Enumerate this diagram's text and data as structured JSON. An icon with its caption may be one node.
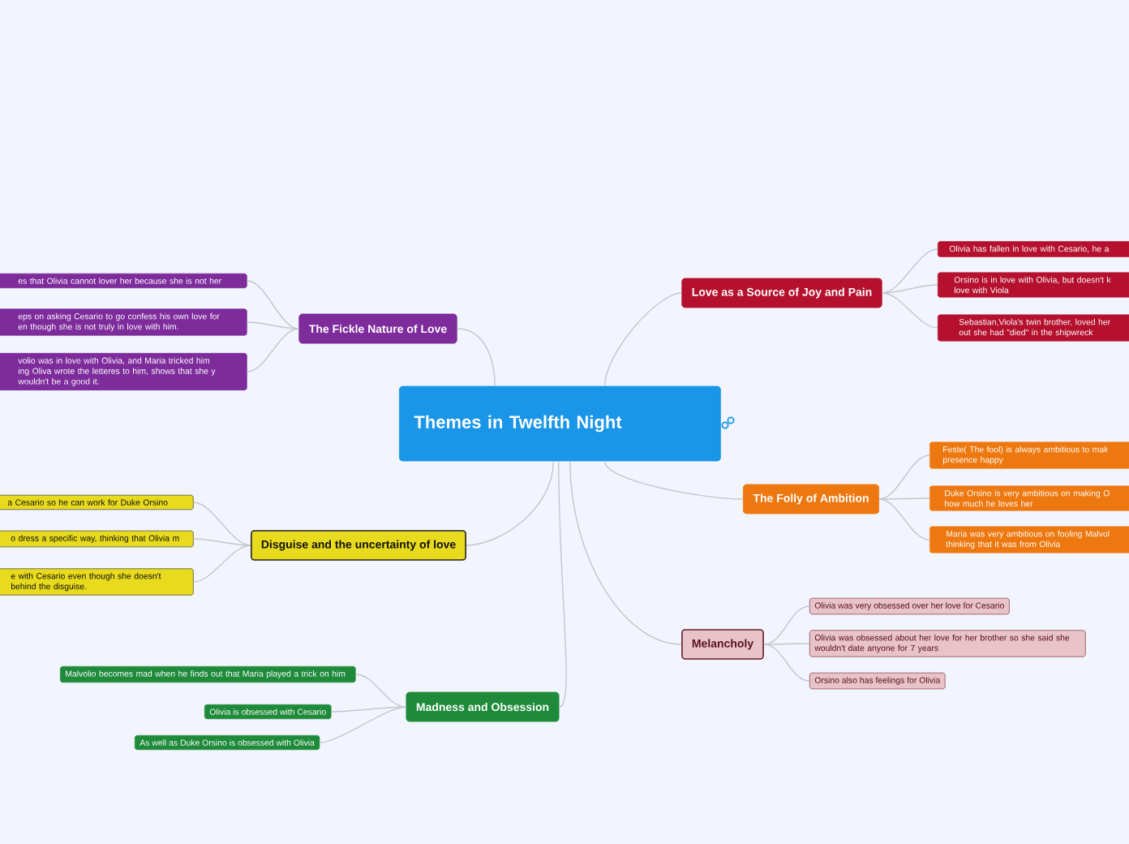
{
  "diagram": {
    "nodes": [
      {
        "text": [
          "Themes in Twelfth Night"
        ]
      },
      {
        "text": [
          "The Fickle Nature of Love"
        ]
      },
      {
        "text": [
          "es that Olivia cannot lover her because she is not her"
        ]
      },
      {
        "text": [
          "eps on asking Cesario to go confess his own love for en though she is not truly in love with him."
        ]
      },
      {
        "text": [
          "volio was in love with Olivia, and Maria tricked him ing Oliva wrote the letteres to him, shows that she y wouldn't be a good it."
        ]
      },
      {
        "text": [
          "Disguise and the uncertainty of love"
        ]
      },
      {
        "text": [
          "a Cesario so he can work for Duke Orsino"
        ]
      },
      {
        "text": [
          "o dress a specific way, thinking that Olivia m"
        ]
      },
      {
        "text": [
          "e with Cesario even though she doesn't behind the disguise."
        ]
      },
      {
        "text": [
          "Madness and Obsession"
        ]
      },
      {
        "text": [
          "Malvolio becomes mad when he finds out that Maria played a trick on him"
        ]
      },
      {
        "text": [
          "Olivia is obsessed with Cesario"
        ]
      },
      {
        "text": [
          "As well as Duke Orsino is obsessed with Olivia"
        ]
      },
      {
        "text": [
          "Love as a Source of Joy and Pain"
        ]
      },
      {
        "text": [
          "Olivia has fallen in love with Cesario, he a"
        ]
      },
      {
        "text": [
          "Orsino is in love with Olivia, but doesn't k love with Viola"
        ]
      },
      {
        "text": [
          "Sebastian,Viola's twin brother, loved her out she had \"died\" in the shipwreck"
        ]
      },
      {
        "text": [
          "The Folly of Ambition"
        ]
      },
      {
        "text": [
          "Feste( The fool) is always ambitious to mak presence happy"
        ]
      },
      {
        "text": [
          "Duke Orsino is very ambitious on making O how much he loves her"
        ]
      },
      {
        "text": [
          "Maria was very ambitious on fooling Malvol thinking that it was from Olivia"
        ]
      },
      {
        "text": [
          "Melancholy"
        ]
      },
      {
        "text": [
          "Olivia was very obsessed over her love for Cesario"
        ]
      },
      {
        "text": [
          "Olivia was obsessed about her love for her brother so she said she wouldn't date anyone for 7 years"
        ]
      },
      {
        "text": [
          "Orsino also has feelings  for Olivia"
        ]
      }
    ],
    "edges": [
      {
        "from": 0,
        "to": 1,
        "arrow": "none"
      },
      {
        "from": 1,
        "to": 2,
        "arrow": "none"
      },
      {
        "from": 1,
        "to": 3,
        "arrow": "none"
      },
      {
        "from": 1,
        "to": 4,
        "arrow": "none"
      },
      {
        "from": 0,
        "to": 5,
        "arrow": "none"
      },
      {
        "from": 5,
        "to": 6,
        "arrow": "none"
      },
      {
        "from": 5,
        "to": 7,
        "arrow": "none"
      },
      {
        "from": 5,
        "to": 8,
        "arrow": "none"
      },
      {
        "from": 0,
        "to": 9,
        "arrow": "none"
      },
      {
        "from": 9,
        "to": 10,
        "arrow": "none"
      },
      {
        "from": 9,
        "to": 11,
        "arrow": "none"
      },
      {
        "from": 9,
        "to": 12,
        "arrow": "none"
      },
      {
        "from": 0,
        "to": 13,
        "arrow": "none"
      },
      {
        "from": 13,
        "to": 14,
        "arrow": "none"
      },
      {
        "from": 13,
        "to": 15,
        "arrow": "none"
      },
      {
        "from": 13,
        "to": 16,
        "arrow": "none"
      },
      {
        "from": 0,
        "to": 17,
        "arrow": "none"
      },
      {
        "from": 17,
        "to": 18,
        "arrow": "none"
      },
      {
        "from": 17,
        "to": 19,
        "arrow": "none"
      },
      {
        "from": 17,
        "to": 20,
        "arrow": "none"
      },
      {
        "from": 0,
        "to": 21,
        "arrow": "none"
      },
      {
        "from": 21,
        "to": 22,
        "arrow": "none"
      },
      {
        "from": 21,
        "to": 23,
        "arrow": "none"
      },
      {
        "from": 21,
        "to": 24,
        "arrow": "none"
      }
    ]
  }
}
